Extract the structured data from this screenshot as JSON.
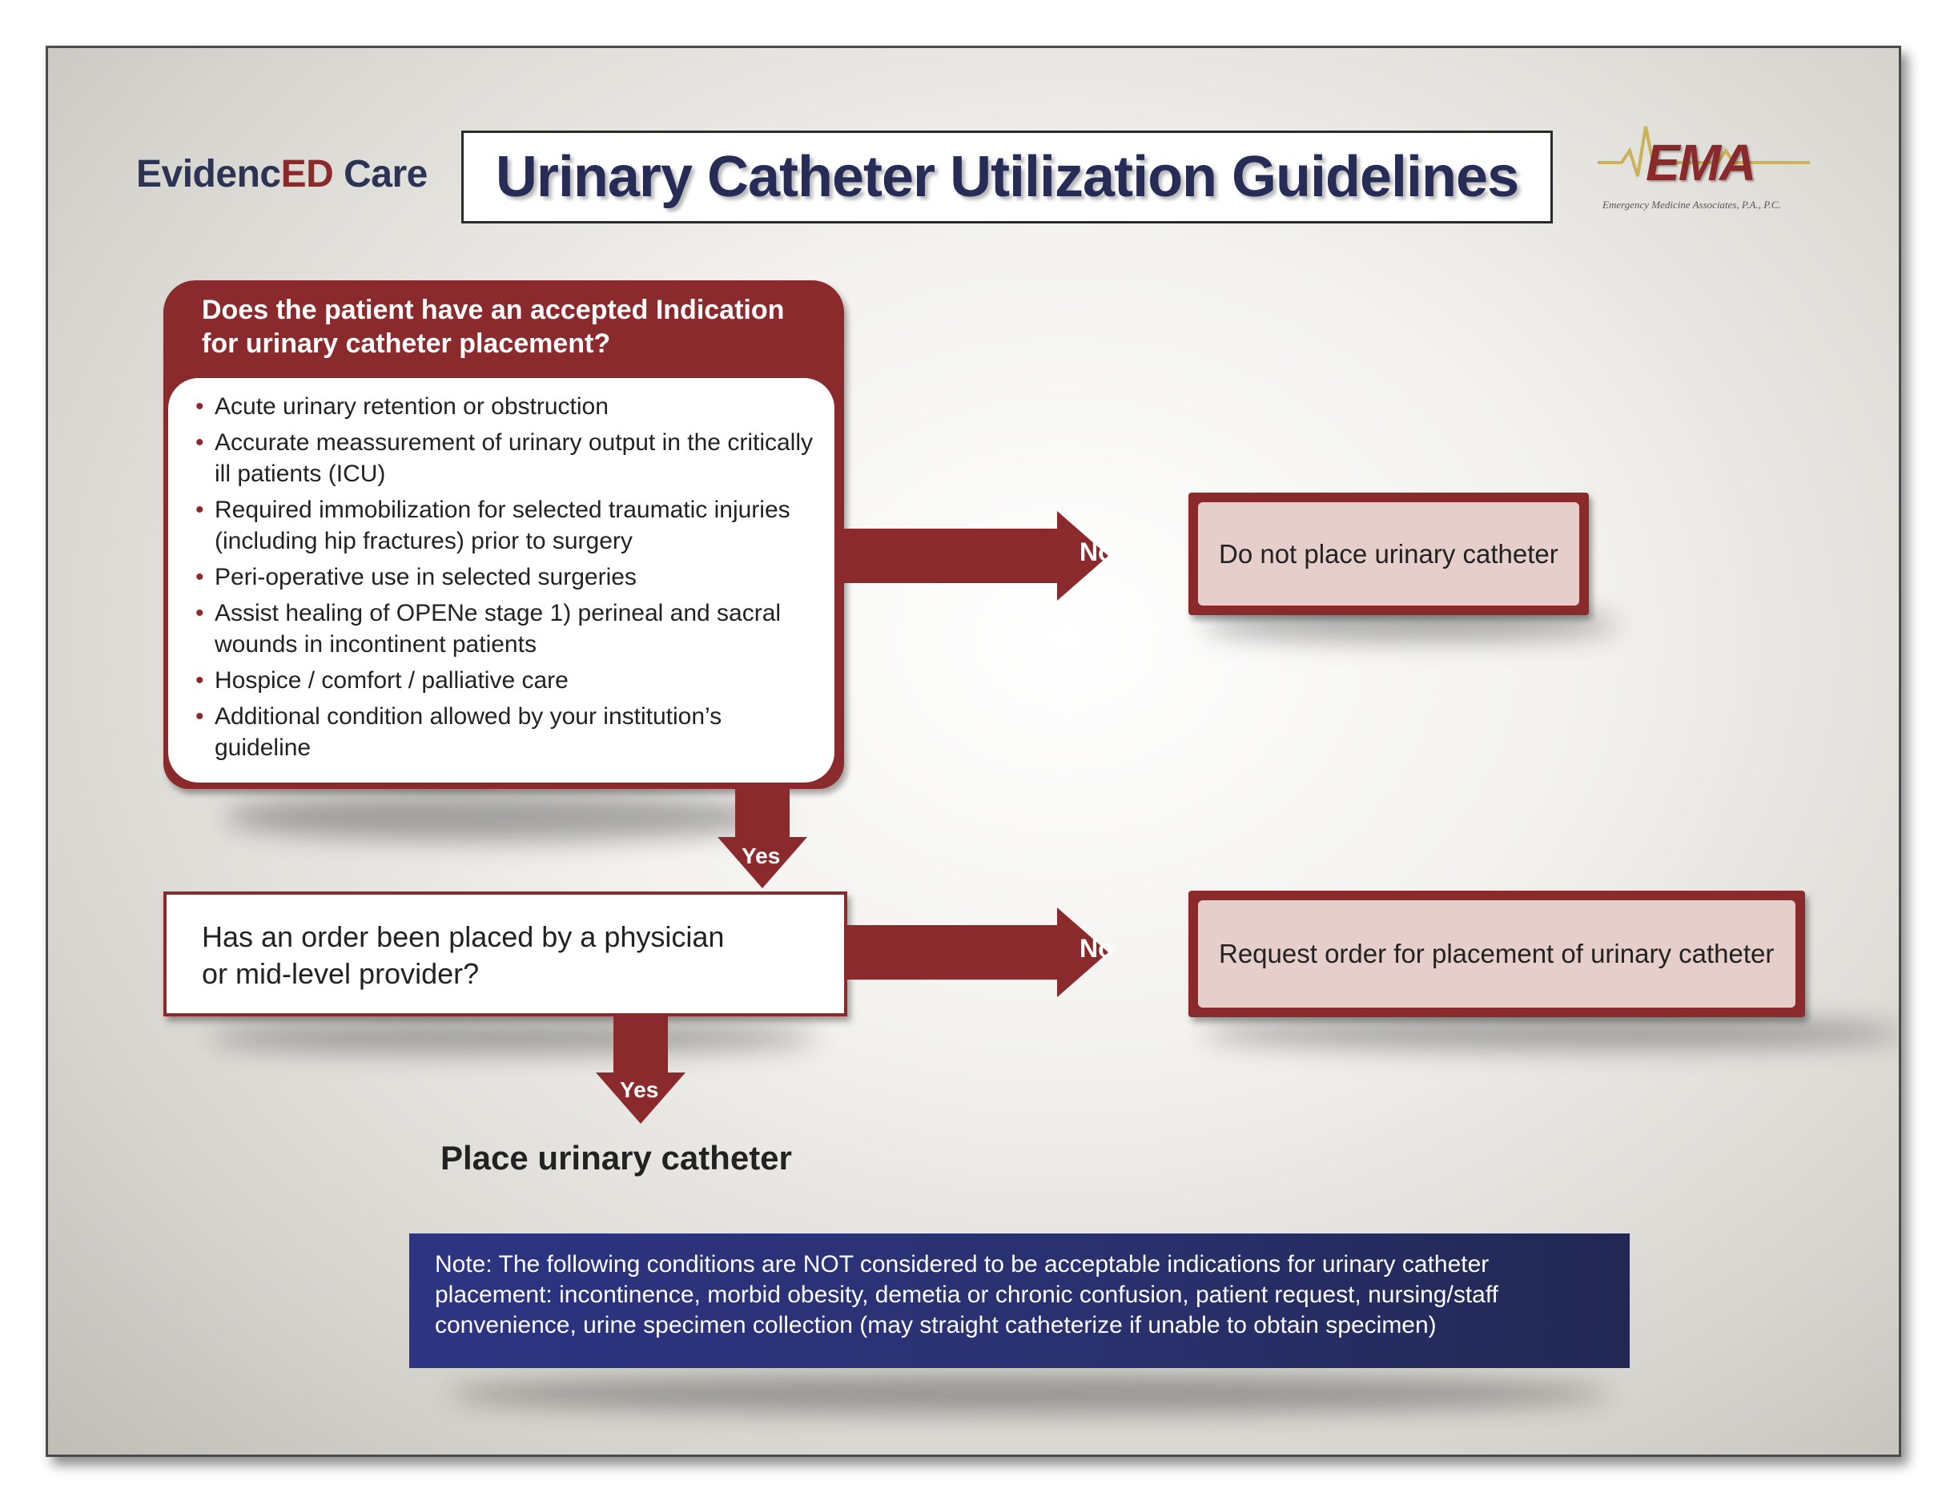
{
  "brand": {
    "left_a": "Evidenc",
    "left_b": "ED",
    "left_c": " Care"
  },
  "title": "Urinary Catheter Utilization Guidelines",
  "logo": {
    "word": "EMA",
    "subtitle": "Emergency Medicine Associates, P.A., P.C."
  },
  "question1": {
    "heading": "Does the patient have an accepted Indication for urinary catheter placement?",
    "items": [
      "Acute urinary retention or obstruction",
      "Accurate meassurement of urinary output in the critically ill patients (ICU)",
      "Required immobilization for selected traumatic injuries (including hip fractures) prior to surgery",
      "Peri-operative use in selected surgeries",
      "Assist healing of OPENe stage 1) perineal and sacral wounds in incontinent patients",
      "Hospice / comfort / palliative care",
      "Additional condition allowed by your institution’s guideline"
    ],
    "no_label": "No",
    "yes_label": "Yes",
    "no_outcome": "Do not place urinary catheter"
  },
  "question2": {
    "text_line1": "Has an order been placed by a physician",
    "text_line2": "or mid-level provider?",
    "no_label": "No",
    "yes_label": "Yes",
    "no_outcome": "Request order for placement of urinary catheter"
  },
  "final_action": "Place urinary catheter",
  "note": "Note: The following conditions are NOT considered to be acceptable indications for urinary catheter placement: incontinence, morbid obesity, demetia or chronic confusion, patient request, nursing/staff convenience, urine specimen collection (may straight catheterize if unable to obtain specimen)",
  "colors": {
    "maroon": "#8b2a2d",
    "navy": "#262c55",
    "outcome_fill": "#e6ceca",
    "note_fill": "#2d3483",
    "logo_line": "#c9b25a"
  }
}
